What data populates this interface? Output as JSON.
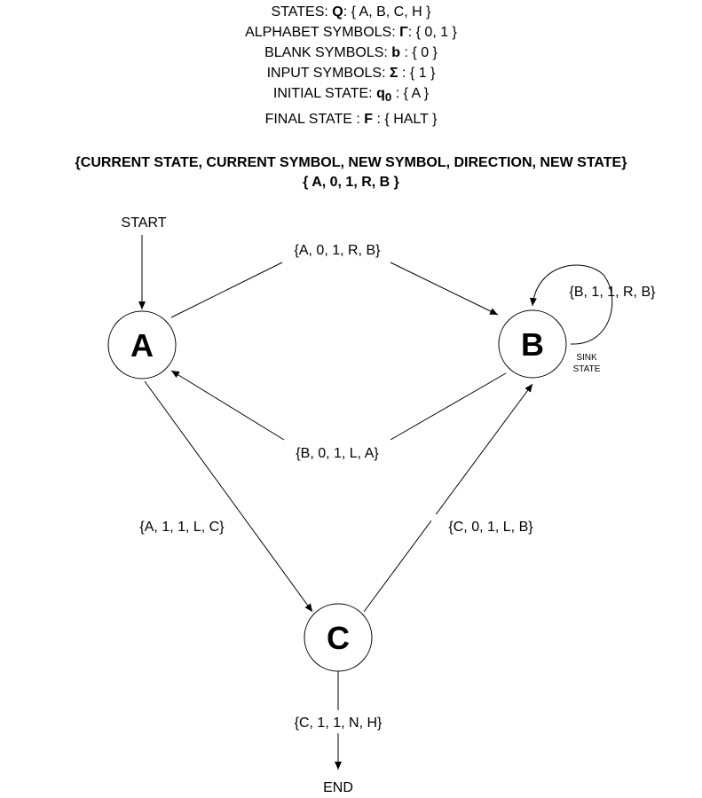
{
  "definitions": {
    "states": {
      "label": "STATES: ",
      "symbol": "Q",
      "value": ": { A, B, C, H }"
    },
    "alphabet": {
      "label": "ALPHABET SYMBOLS: ",
      "symbol": "Γ",
      "value": ": { 0, 1 }"
    },
    "blank": {
      "label": "BLANK SYMBOLS: ",
      "symbol": "b",
      "value": " : { 0 }"
    },
    "input": {
      "label": "INPUT SYMBOLS: ",
      "symbol": "Σ",
      "value": " : { 1 }"
    },
    "initial": {
      "label": "INITIAL STATE: ",
      "symbol": "q",
      "subscript": "0",
      "value": " : { A }"
    },
    "final": {
      "label": "FINAL STATE : ",
      "symbol": "F",
      "value": " : { HALT }"
    }
  },
  "header": {
    "tuple_format": "{CURRENT STATE, CURRENT SYMBOL, NEW SYMBOL, DIRECTION, NEW STATE}",
    "tuple_example": "{ A, 0, 1, R, B }"
  },
  "diagram": {
    "start_label": "START",
    "end_label": "END",
    "states": {
      "a": "A",
      "b": "B",
      "c": "C"
    },
    "sink_label_line1": "SINK",
    "sink_label_line2": "STATE",
    "transitions": {
      "a_to_b": "{A, 0, 1, R, B}",
      "b_to_b": "{B, 1, 1, R, B}",
      "b_to_a": "{B, 0, 1, L, A}",
      "a_to_c": "{A, 1, 1, L, C}",
      "c_to_b": "{C, 0, 1, L, B}",
      "c_to_end": "{C, 1, 1, N, H}"
    }
  }
}
